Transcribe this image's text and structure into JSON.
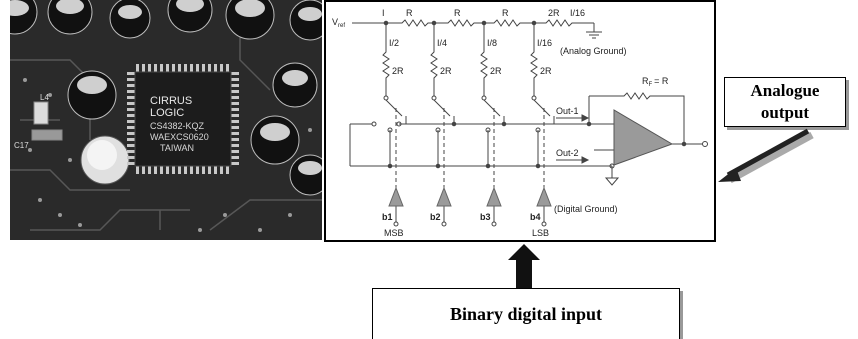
{
  "photo": {
    "chip_text": [
      "CIRRUS",
      "LOGIC",
      "CS4382-KQZ",
      "WAEXCS0620",
      "TAIWAN"
    ],
    "board_labels": [
      "L4",
      "C17"
    ]
  },
  "schematic": {
    "vref_label": "V",
    "vref_sub": "ref",
    "current_label": "I",
    "series_resistors": [
      "R",
      "R",
      "R",
      "2R"
    ],
    "end_current": "I/16",
    "branch_currents": [
      "I/2",
      "I/4",
      "I/8",
      "I/16"
    ],
    "branch_resistors": [
      "2R",
      "2R",
      "2R",
      "2R"
    ],
    "analog_ground": "(Analog Ground)",
    "feedback_label": "R",
    "feedback_sub": "F",
    "feedback_eq": "= R",
    "out1": "Out-1",
    "out2": "Out-2",
    "digital_ground": "(Digital Ground)",
    "bit_labels": [
      "b1",
      "b2",
      "b3",
      "b4"
    ],
    "msb": "MSB",
    "lsb": "LSB"
  },
  "callouts": {
    "analogue_line1": "Analogue",
    "analogue_line2": "output",
    "digital": "Binary digital input"
  }
}
